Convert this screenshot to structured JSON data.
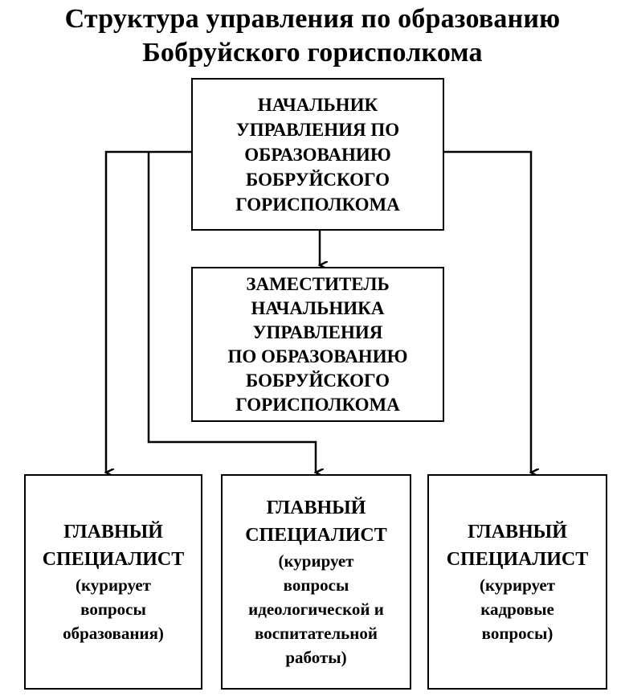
{
  "title": {
    "line1": "Структура управления по образованию",
    "line2": "Бобруйского горисполкома"
  },
  "head": {
    "lines": [
      "НАЧАЛЬНИК",
      "УПРАВЛЕНИЯ ПО",
      "ОБРАЗОВАНИЮ",
      "БОБРУЙСКОГО",
      "ГОРИСПОЛКОМА"
    ]
  },
  "deputy": {
    "lines": [
      "ЗАМЕСТИТЕЛЬ",
      "НАЧАЛЬНИКА",
      "УПРАВЛЕНИЯ",
      "ПО ОБРАЗОВАНИЮ",
      "БОБРУЙСКОГО",
      "ГОРИСПОЛКОМА"
    ]
  },
  "specialists": [
    {
      "title_lines": [
        "ГЛАВНЫЙ",
        "СПЕЦИАЛИСТ"
      ],
      "note_lines": [
        "(курирует",
        "вопросы",
        "образования)"
      ]
    },
    {
      "title_lines": [
        "ГЛАВНЫЙ",
        "СПЕЦИАЛИСТ"
      ],
      "note_lines": [
        "(курирует",
        "вопросы",
        "идеологической и",
        "воспитательной",
        "работы)"
      ]
    },
    {
      "title_lines": [
        "ГЛАВНЫЙ",
        "СПЕЦИАЛИСТ"
      ],
      "note_lines": [
        "(курирует",
        "кадровые",
        "вопросы)"
      ]
    }
  ],
  "colors": {
    "line": "#000000",
    "background": "#ffffff"
  }
}
